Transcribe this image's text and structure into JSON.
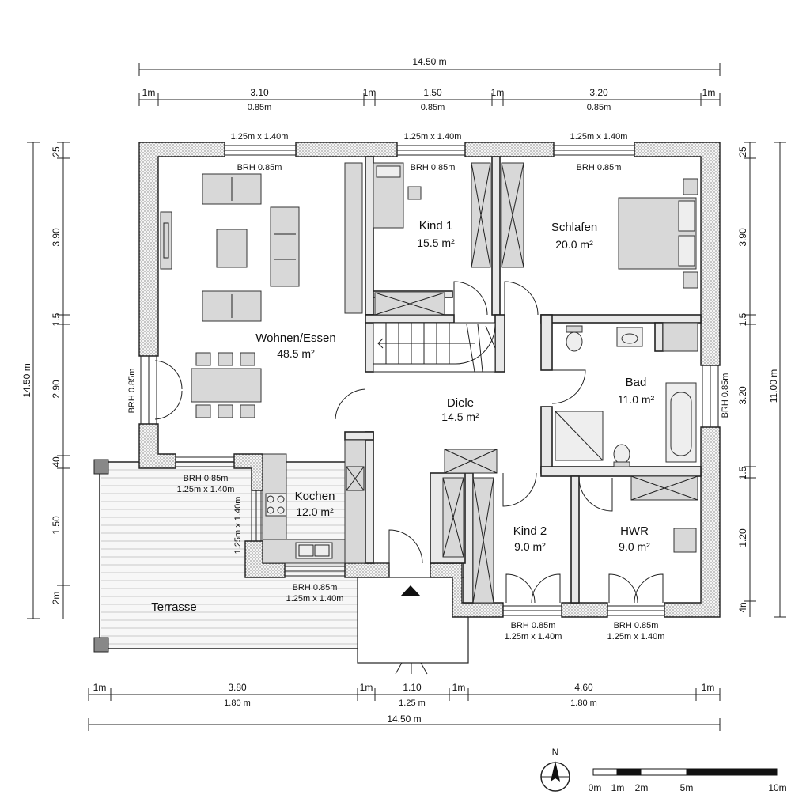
{
  "rooms": [
    {
      "name": "Wohnen/Essen",
      "area": "48.5 m²"
    },
    {
      "name": "Kind 1",
      "area": "15.5 m²"
    },
    {
      "name": "Schlafen",
      "area": "20.0 m²"
    },
    {
      "name": "Diele",
      "area": "14.5 m²"
    },
    {
      "name": "Bad",
      "area": "11.0 m²"
    },
    {
      "name": "Kochen",
      "area": "12.0 m²"
    },
    {
      "name": "Kind 2",
      "area": "9.0 m²"
    },
    {
      "name": "HWR",
      "area": "9.0 m²"
    },
    {
      "name": "Terrasse",
      "area": ""
    }
  ],
  "dims": {
    "top_total": "14.50 m",
    "top_segments": [
      "1m",
      "3.10",
      "1m",
      "1.50",
      "1m",
      "3.20",
      "1m"
    ],
    "top_sub": [
      "0.85m",
      "0.85m",
      "0.85m"
    ],
    "bottom_total": "14.50 m",
    "bottom_segments": [
      "1m",
      "3.80",
      "1m",
      "1.10",
      "1m",
      "4.60",
      "1m"
    ],
    "bottom_sub": [
      "1.80 m",
      "1.25 m",
      "1.80 m"
    ],
    "left_total": "14.50 m",
    "left_segments": [
      "25",
      "3.90",
      "1.5",
      "2.90",
      "40",
      "1.50",
      "2m"
    ],
    "right_total": "11.00 m",
    "right_segments": [
      "25",
      "3.90",
      "1.5",
      "3.20",
      "1.5",
      "1.20",
      "4n"
    ]
  },
  "windows": {
    "w_size": "1.25m x 1.40m",
    "brh": "BRH 0.85m",
    "brh_vertical": "BRH 0.85m"
  },
  "compass": {
    "label": "N"
  },
  "scale": {
    "labels": [
      "0m",
      "1m",
      "2m",
      "5m",
      "10m"
    ]
  }
}
